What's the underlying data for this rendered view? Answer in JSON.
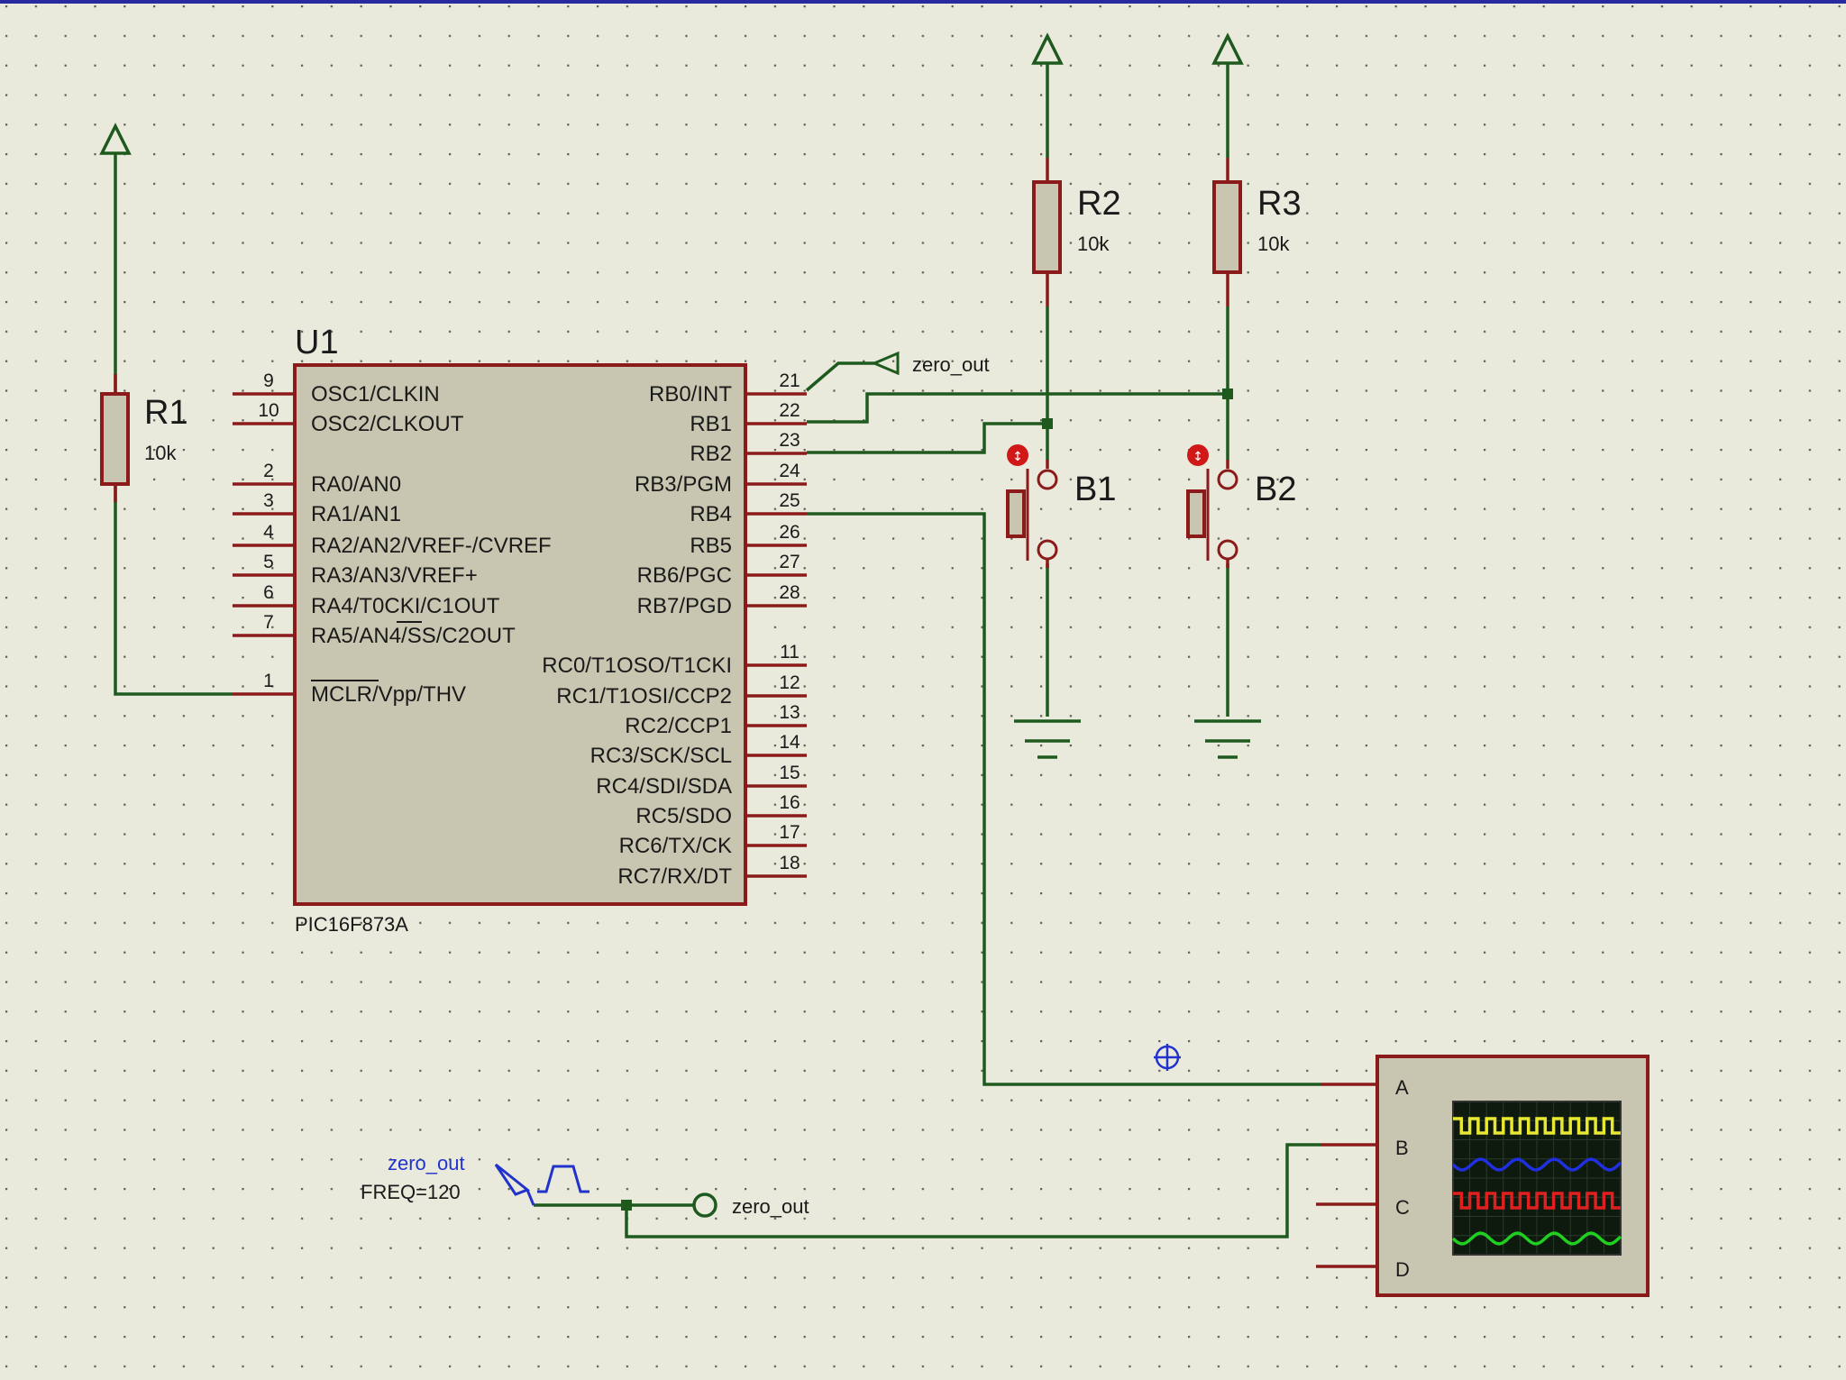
{
  "ic": {
    "ref": "U1",
    "part": "PIC16F873A",
    "left_pins": [
      {
        "num": "9",
        "name": "OSC1/CLKIN"
      },
      {
        "num": "10",
        "name": "OSC2/CLKOUT"
      },
      {
        "num": "2",
        "name": "RA0/AN0"
      },
      {
        "num": "3",
        "name": "RA1/AN1"
      },
      {
        "num": "4",
        "name": "RA2/AN2/VREF-/CVREF"
      },
      {
        "num": "5",
        "name": "RA3/AN3/VREF+"
      },
      {
        "num": "6",
        "name": "RA4/T0CKI/C1OUT"
      },
      {
        "num": "7",
        "name": "RA5/AN4/SS/C2OUT"
      },
      {
        "num": "1",
        "name": "MCLR/Vpp/THV"
      }
    ],
    "right_pins": [
      {
        "num": "21",
        "name": "RB0/INT"
      },
      {
        "num": "22",
        "name": "RB1"
      },
      {
        "num": "23",
        "name": "RB2"
      },
      {
        "num": "24",
        "name": "RB3/PGM"
      },
      {
        "num": "25",
        "name": "RB4"
      },
      {
        "num": "26",
        "name": "RB5"
      },
      {
        "num": "27",
        "name": "RB6/PGC"
      },
      {
        "num": "28",
        "name": "RB7/PGD"
      },
      {
        "num": "11",
        "name": "RC0/T1OSO/T1CKI"
      },
      {
        "num": "12",
        "name": "RC1/T1OSI/CCP2"
      },
      {
        "num": "13",
        "name": "RC2/CCP1"
      },
      {
        "num": "14",
        "name": "RC3/SCK/SCL"
      },
      {
        "num": "15",
        "name": "RC4/SDI/SDA"
      },
      {
        "num": "16",
        "name": "RC5/SDO"
      },
      {
        "num": "17",
        "name": "RC6/TX/CK"
      },
      {
        "num": "18",
        "name": "RC7/RX/DT"
      }
    ]
  },
  "resistors": [
    {
      "ref": "R1",
      "value": "10k"
    },
    {
      "ref": "R2",
      "value": "10k"
    },
    {
      "ref": "R3",
      "value": "10k"
    }
  ],
  "buttons": [
    {
      "ref": "B1"
    },
    {
      "ref": "B2"
    }
  ],
  "terminals": {
    "zero_out_top": "zero_out",
    "zero_out_probe": "zero_out"
  },
  "generator": {
    "name": "zero_out",
    "freq": "FREQ=120"
  },
  "scope": {
    "channels": [
      "A",
      "B",
      "C",
      "D"
    ],
    "trace_colors": [
      "#e8e830",
      "#2030e0",
      "#e02020",
      "#20d020"
    ]
  },
  "colors": {
    "background": "#e9e9dc",
    "wire": "#1e5a1e",
    "pin": "#8b1a1a",
    "body": "#c8c6b0"
  }
}
